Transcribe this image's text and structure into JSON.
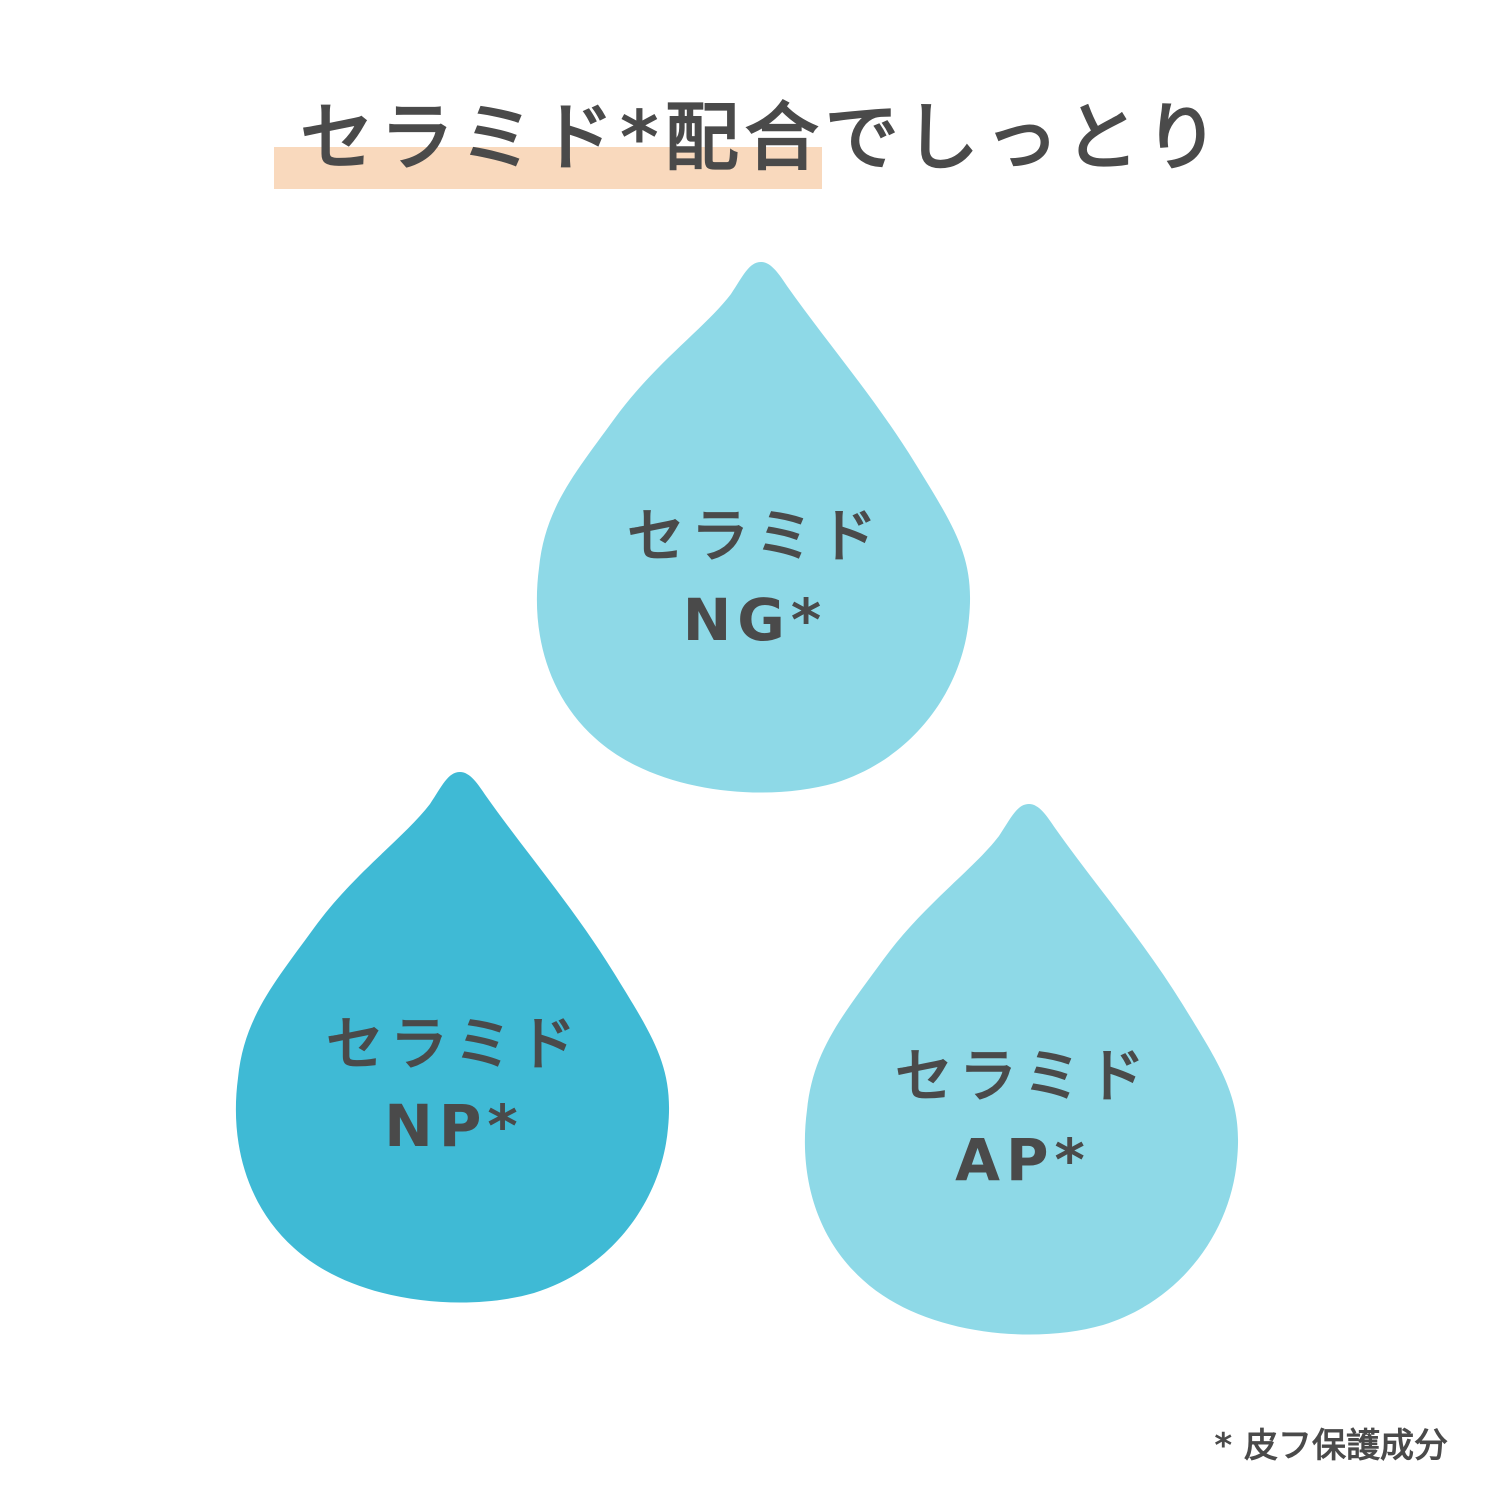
{
  "headline": {
    "text": "セラミド*配合でしっとり",
    "highlight_color": "#f9d9bd"
  },
  "drops": [
    {
      "id": "ng",
      "name": "セラミド",
      "code": "NG*",
      "color": "#8ed9e7"
    },
    {
      "id": "np",
      "name": "セラミド",
      "code": "NP*",
      "color": "#3fbad5"
    },
    {
      "id": "ap",
      "name": "セラミド",
      "code": "AP*",
      "color": "#8ed9e7"
    }
  ],
  "footnote": {
    "text": "* 皮フ保護成分"
  },
  "colors": {
    "text": "#4a4a4a",
    "background": "#ffffff"
  }
}
